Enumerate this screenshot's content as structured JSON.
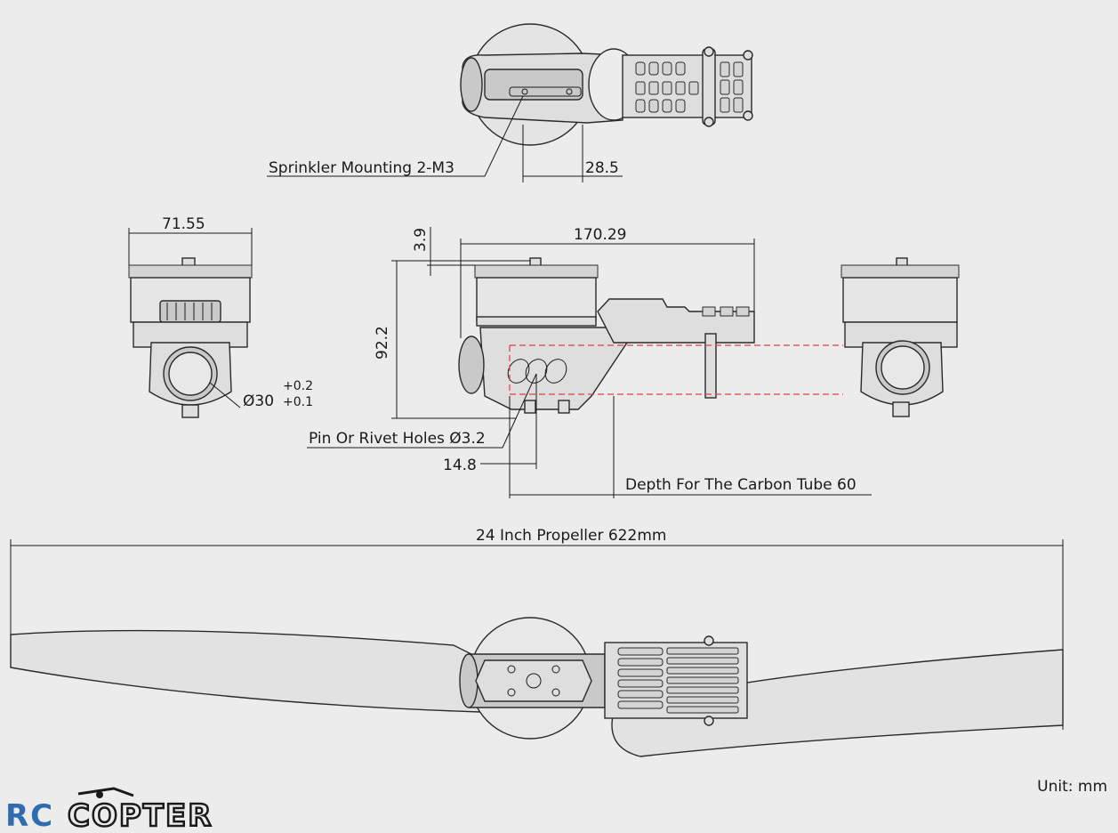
{
  "dimensions": {
    "sprinkler_mounting": "Sprinkler Mounting 2-M3",
    "offset_28_5": "28.5",
    "width_71_55": "71.55",
    "length_170_29": "170.29",
    "gap_3_9": "3.9",
    "height_92_2": "92.2",
    "bore_dia": "Ø30",
    "tol_plus": "+0.2",
    "tol_minus": "+0.1",
    "pin_holes": "Pin Or Rivet Holes Ø3.2",
    "offset_14_8": "14.8",
    "tube_depth": "Depth For The Carbon Tube 60",
    "propeller": "24 Inch Propeller 622mm"
  },
  "unit_label": "Unit: mm",
  "logo": {
    "text": "RC COPTER",
    "color": "#2f6db0"
  }
}
